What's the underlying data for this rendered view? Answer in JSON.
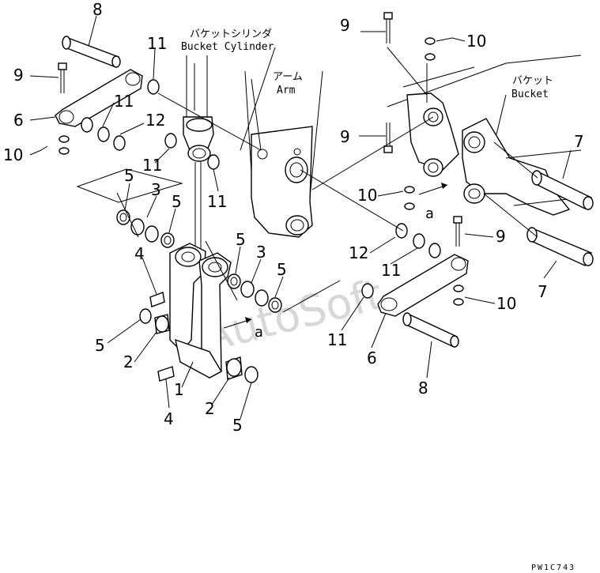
{
  "diagram": {
    "labels": {
      "bucket_cylinder_jp": "バケットシリンダ",
      "bucket_cylinder_en": "Bucket Cylinder",
      "arm_jp": "アーム",
      "arm_en": "Arm",
      "bucket_jp": "バケット",
      "bucket_en": "Bucket"
    },
    "callouts": {
      "c8a": "8",
      "c9a": "9",
      "c11a": "11",
      "c6a": "6",
      "c11b": "11",
      "c12a": "12",
      "c10a": "10",
      "c11c": "11",
      "c5a": "5",
      "c3a": "3",
      "c5b": "5",
      "c11d": "11",
      "c4a": "4",
      "c5c": "5",
      "c2a": "2",
      "c1": "1",
      "c4b": "4",
      "c2b": "2",
      "c5d": "5",
      "c5e": "5",
      "c3b": "3",
      "c5f": "5",
      "c9b": "9",
      "c10b": "10",
      "c9c": "9",
      "c7a": "7",
      "c10c": "10",
      "c9d": "9",
      "c12b": "12",
      "c11e": "11",
      "c7b": "7",
      "c11f": "11",
      "c10d": "10",
      "c6b": "6",
      "c8b": "8"
    },
    "ref_a1": "a",
    "ref_a2": "a",
    "watermark": "AutoSoft",
    "drawing_code": "PW1C743"
  }
}
